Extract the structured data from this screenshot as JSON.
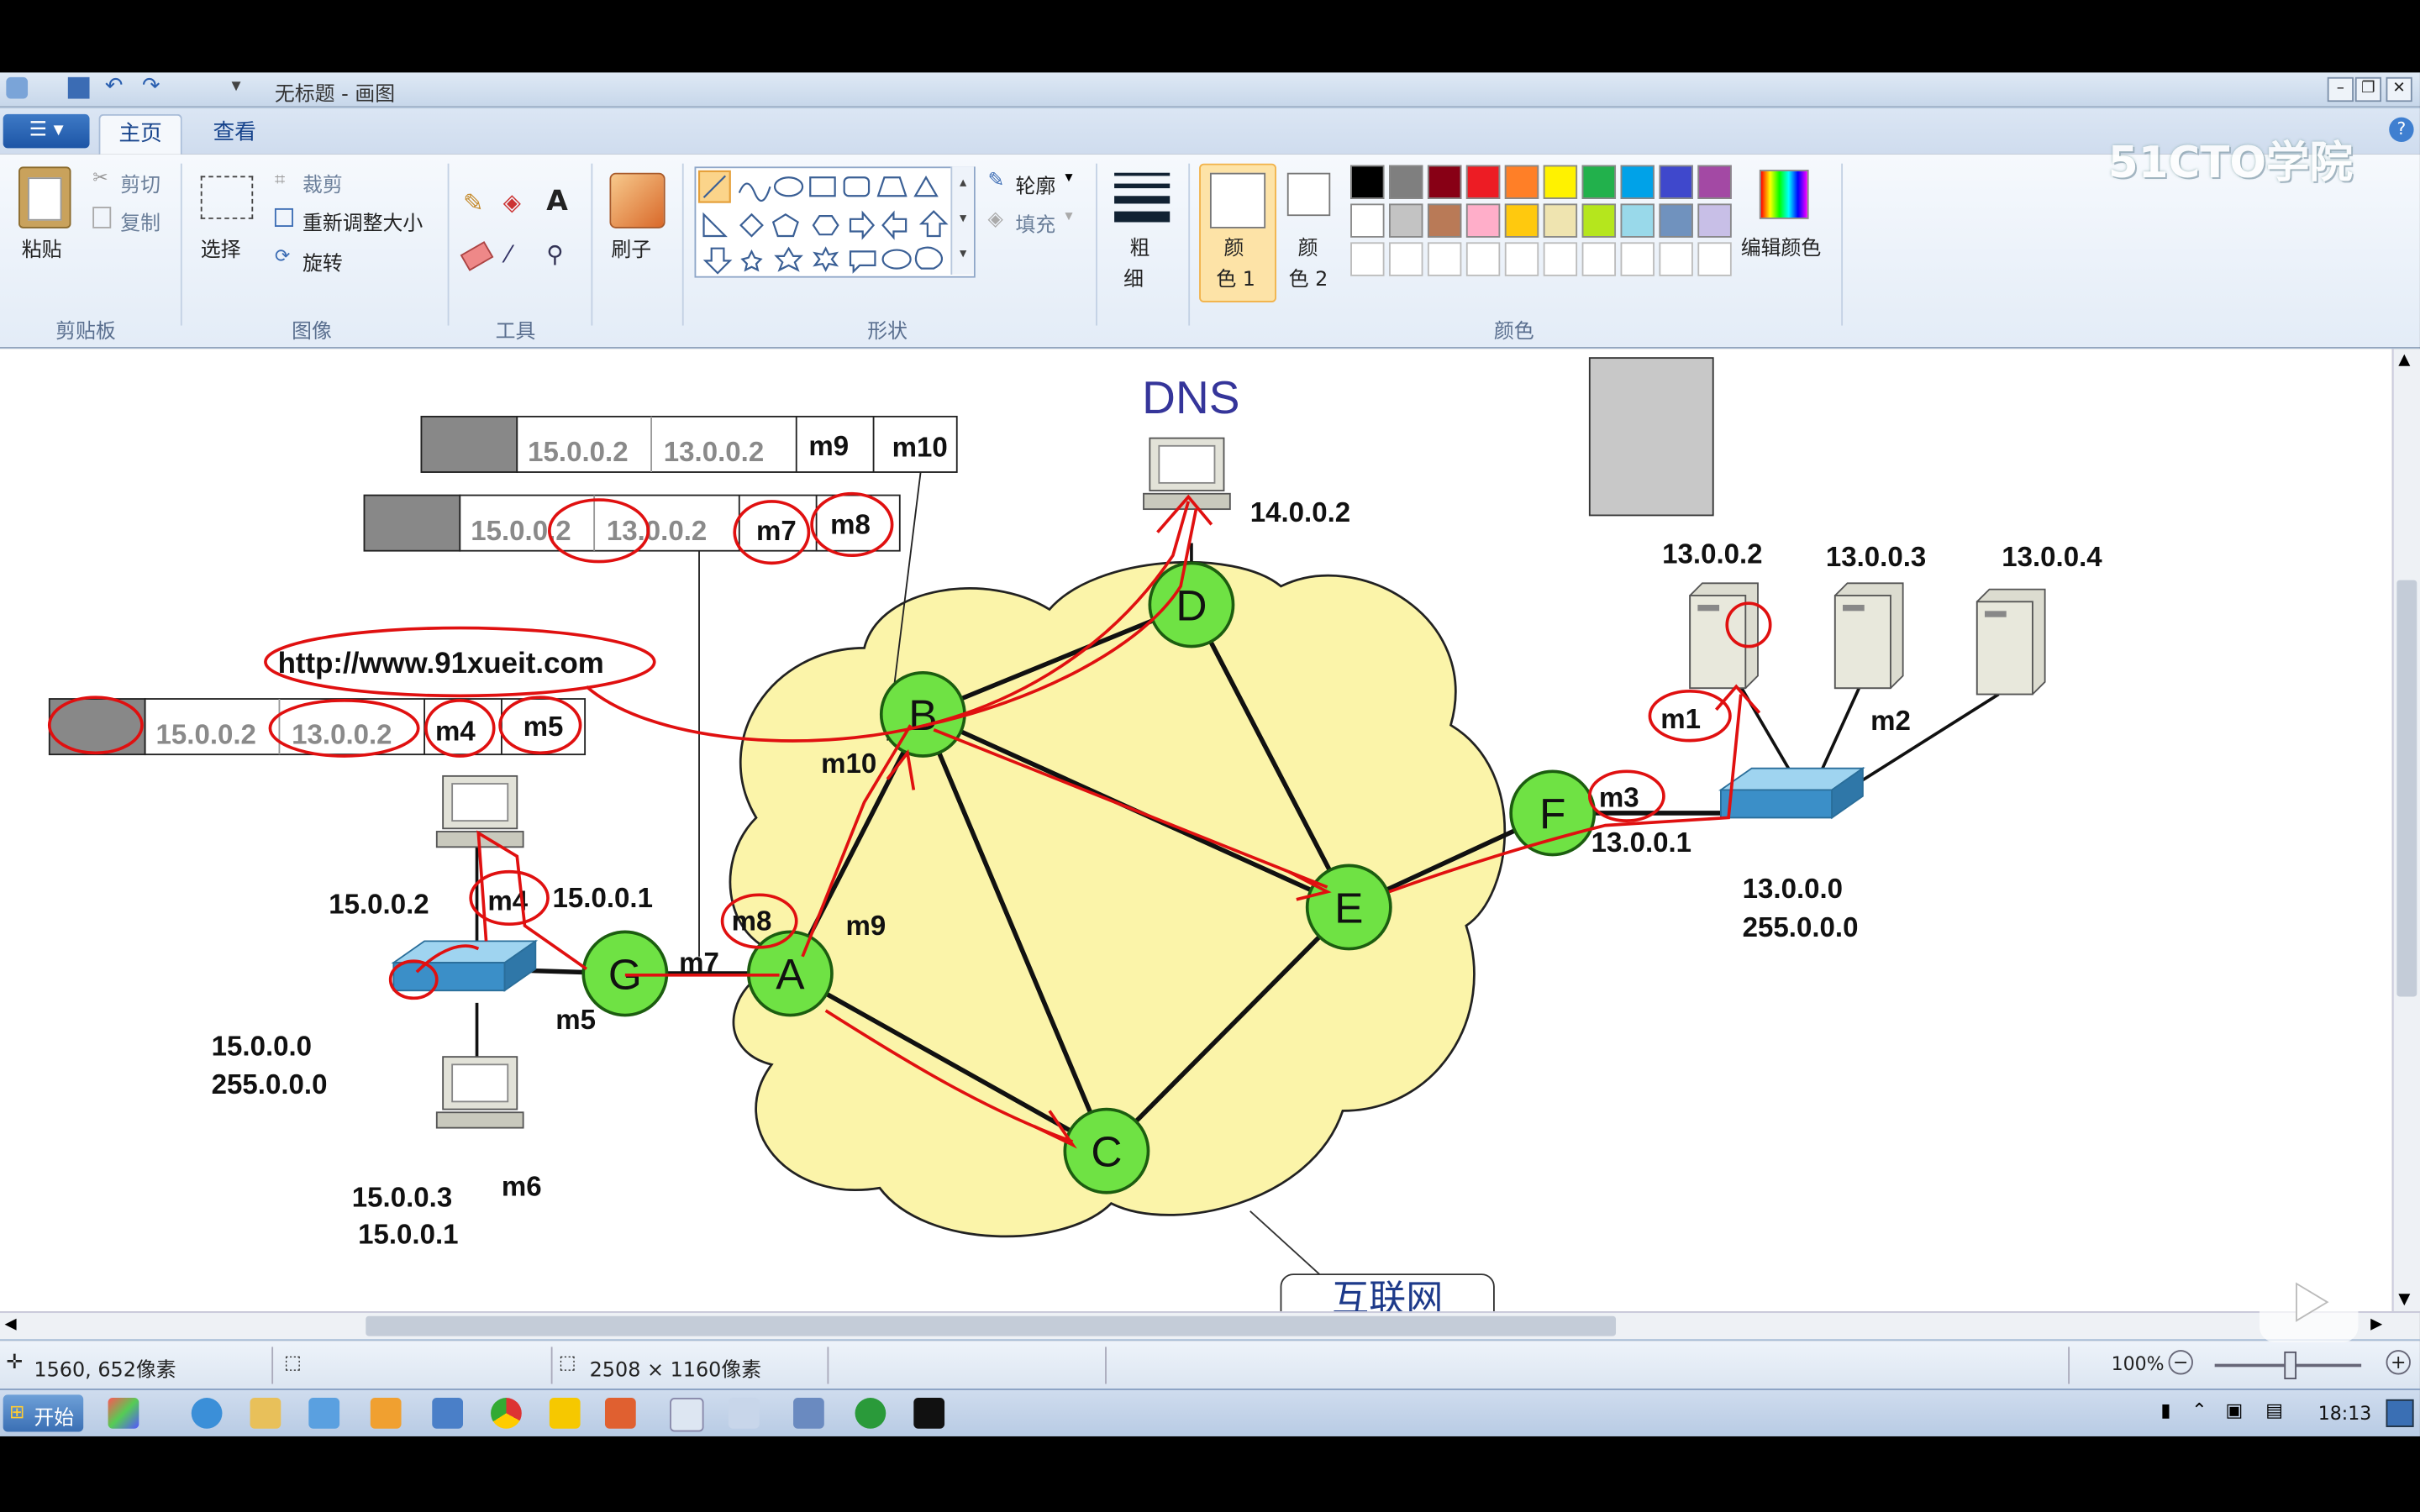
{
  "window": {
    "title": "无标题 - 画图"
  },
  "tabs": {
    "home": "主页",
    "view": "查看"
  },
  "clipboard": {
    "paste": "粘贴",
    "cut": "剪切",
    "copy": "复制",
    "group": "剪贴板"
  },
  "image": {
    "select": "选择",
    "crop": "裁剪",
    "resize": "重新调整大小",
    "rotate": "旋转",
    "group": "图像"
  },
  "tools": {
    "group": "工具",
    "text_tool": "A"
  },
  "brushes": {
    "label": "刷子"
  },
  "shapes": {
    "outline": "轮廓",
    "fill": "填充",
    "group": "形状"
  },
  "size": {
    "label1": "粗",
    "label2": "细"
  },
  "colors": {
    "color1_l1": "颜",
    "color1_l2": "色 1",
    "color2_l1": "颜",
    "color2_l2": "色 2",
    "edit": "编辑颜色",
    "group": "颜色",
    "palette_row1": [
      "#000000",
      "#7f7f7f",
      "#880015",
      "#ed1c24",
      "#ff7f27",
      "#fff200",
      "#22b14c",
      "#00a2e8",
      "#3f48cc",
      "#a349a4"
    ],
    "palette_row2": [
      "#ffffff",
      "#c3c3c3",
      "#b97a57",
      "#ffaec9",
      "#ffc90e",
      "#efe4b0",
      "#b5e61d",
      "#99d9ea",
      "#7092be",
      "#c8bfe7"
    ]
  },
  "watermark": "51CTO学院",
  "diagram": {
    "dns": "DNS",
    "dns_ip": "14.0.0.2",
    "nodes": [
      "A",
      "B",
      "C",
      "D",
      "E",
      "F",
      "G"
    ],
    "frame1": {
      "ip1": "15.0.0.2",
      "ip2": "13.0.0.2",
      "m_a": "m9",
      "m_b": "m10"
    },
    "frame2": {
      "ip1": "15.0.0.2",
      "ip2": "13.0.0.2",
      "m_a": "m7",
      "m_b": "m8"
    },
    "frame3": {
      "ip1": "15.0.0.2",
      "ip2": "13.0.0.2",
      "m_a": "m4",
      "m_b": "m5"
    },
    "url": "http://www.91xueit.com",
    "m10": "m10",
    "m9": "m9",
    "m8": "m8",
    "m7": "m7",
    "m5": "m5",
    "m4": "m4",
    "m6": "m6",
    "m1": "m1",
    "m2": "m2",
    "m3": "m3",
    "pc1_ip": "15.0.0.2",
    "gw_ip": "15.0.0.1",
    "net_left": "15.0.0.0",
    "mask_left": "255.0.0.0",
    "pc2_ip": "15.0.0.3",
    "pc2_gw": "15.0.0.1",
    "f_ip": "13.0.0.1",
    "net_right": "13.0.0.0",
    "mask_right": "255.0.0.0",
    "srv1": "13.0.0.2",
    "srv2": "13.0.0.3",
    "srv3": "13.0.0.4",
    "internet": "互联网"
  },
  "status": {
    "cursor": "1560, 652像素",
    "size": "2508 × 1160像素",
    "zoom": "100%"
  },
  "taskbar": {
    "start": "开始",
    "time": "18:13"
  }
}
